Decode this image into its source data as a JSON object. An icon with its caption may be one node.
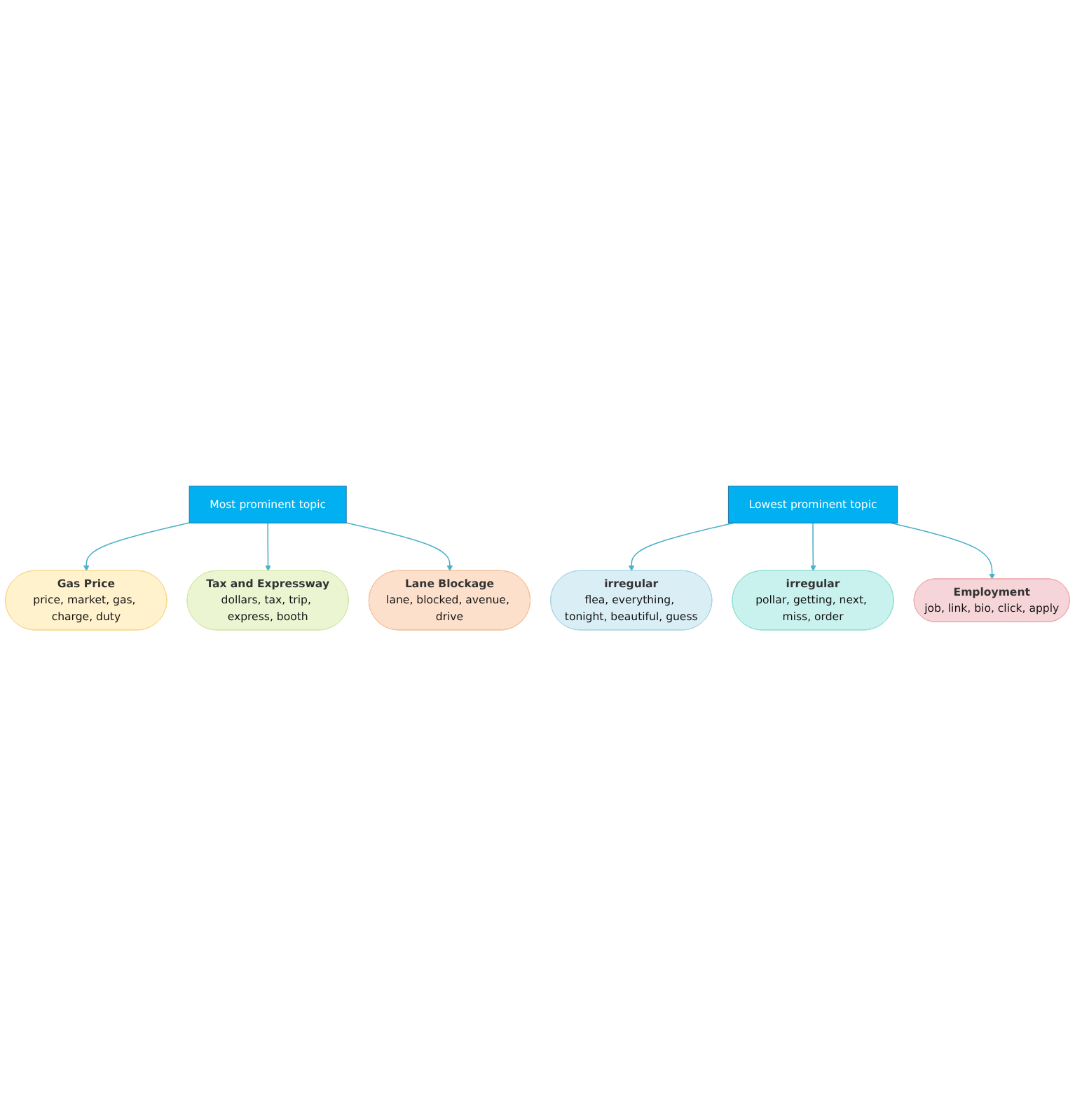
{
  "diagram": {
    "nodes": [
      {
        "text": [
          "Most prominent topic"
        ]
      },
      {
        "text": [
          "Gas Price",
          "price, market, gas, charge, duty"
        ]
      },
      {
        "text": [
          "Tax and Expressway",
          "dollars, tax, trip, express, booth"
        ]
      },
      {
        "text": [
          "Lane Blockage",
          "lane, blocked, avenue, drive"
        ]
      },
      {
        "text": [
          "irregular",
          "flea, everything, tonight, beautiful, guess"
        ]
      },
      {
        "text": [
          "irregular",
          "pollar, getting, next, miss, order"
        ]
      },
      {
        "text": [
          "Employment",
          "job, link, bio, click, apply"
        ]
      },
      {
        "text": [
          "Lowest prominent topic"
        ]
      }
    ],
    "edges": [
      {
        "from": 0,
        "to": 1,
        "arrow": "to"
      },
      {
        "from": 0,
        "to": 2,
        "arrow": "to"
      },
      {
        "from": 0,
        "to": 3,
        "arrow": "to"
      },
      {
        "from": 7,
        "to": 4,
        "arrow": "to"
      },
      {
        "from": 7,
        "to": 5,
        "arrow": "to"
      },
      {
        "from": 7,
        "to": 6,
        "arrow": "to"
      }
    ]
  }
}
